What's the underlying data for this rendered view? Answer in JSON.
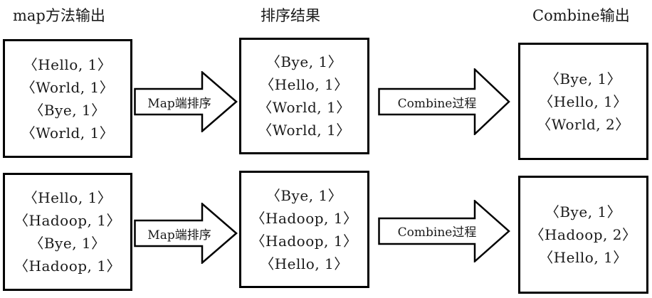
{
  "titles": {
    "map": "map方法输出",
    "sort": "排序结果",
    "combine": "Combine输出"
  },
  "arrows": {
    "map_sort": "Map端排序",
    "combine_process": "Combine过程"
  },
  "row1": {
    "map": [
      "〈Hello, 1〉",
      "〈World, 1〉",
      "〈Bye, 1〉",
      "〈World, 1〉"
    ],
    "sort": [
      "〈Bye, 1〉",
      "〈Hello, 1〉",
      "〈World, 1〉",
      "〈World, 1〉"
    ],
    "combine": [
      "〈Bye, 1〉",
      "〈Hello, 1〉",
      "〈World, 2〉"
    ]
  },
  "row2": {
    "map": [
      "〈Hello, 1〉",
      "〈Hadoop, 1〉",
      "〈Bye, 1〉",
      "〈Hadoop, 1〉"
    ],
    "sort": [
      "〈Bye, 1〉",
      "〈Hadoop, 1〉",
      "〈Hadoop, 1〉",
      "〈Hello, 1〉"
    ],
    "combine": [
      "〈Bye, 1〉",
      "〈Hadoop, 2〉",
      "〈Hello, 1〉"
    ]
  }
}
